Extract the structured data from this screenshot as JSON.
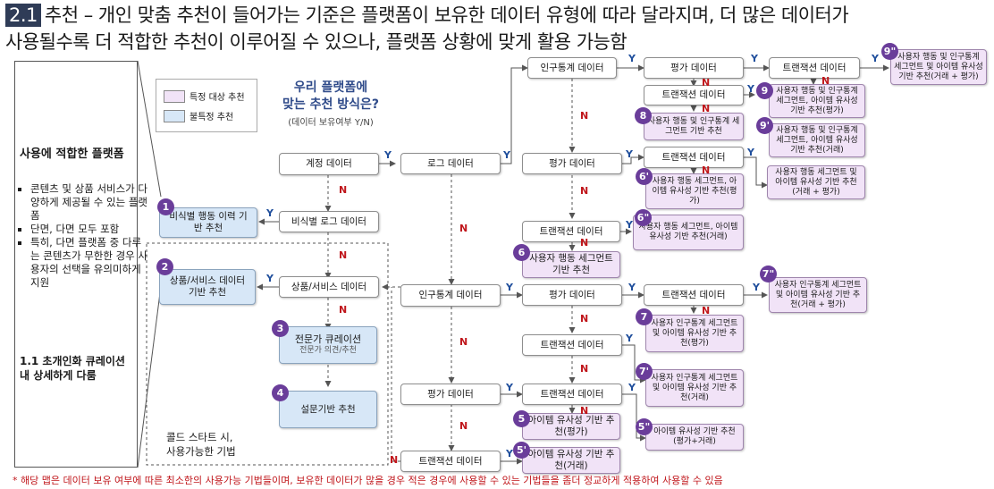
{
  "title": {
    "num": "2.1",
    "line1": "추천 – 개인 맞춤 추천이 들어가는 기준은 플랫폼이 보유한 데이터 유형에 따라 달라지며, 더 많은 데이터가",
    "line2": "사용될수록 더 적합한 추천이 이루어질 수 있으나, 플랫폼 상황에 맞게 활용 가능함"
  },
  "side_panel": {
    "heading": "사용에 적합한 플랫폼",
    "bullets": [
      "콘텐츠 및 상품 서비스가 다양하게 제공될 수 있는 플랫폼",
      "단면, 다면 모두 포함",
      "특히, 다면 플랫폼 중 다루는 콘텐츠가 무한한 경우 사용자의 선택을 유의미하게 지원"
    ],
    "note": "1.1 초개인화 큐레이션 내 상세하게 다룸"
  },
  "legend": {
    "targeted": "특정 대상 추천",
    "untargeted": "불특정 추천"
  },
  "question": {
    "line1": "우리 플랫폼에",
    "line2": "맞는 추천 방식은?",
    "sub": "(데이터 보유여부 Y/N)"
  },
  "labels": {
    "yes": "Y",
    "no": "N"
  },
  "nodes": {
    "account": "계정 데이터",
    "log": "로그 데이터",
    "anon_log": "비식별 로그 데이터",
    "product": "상품/서비스 데이터",
    "demo_top": "인구통계 데이터",
    "eval_top": "평가 데이터",
    "tx_top": "트랜잭션 데이터",
    "tx_mid1": "트랜잭션 데이터",
    "eval_mid": "평가 데이터",
    "tx_mid2": "트랜잭션 데이터",
    "tx_mid3": "트랜잭션 데이터",
    "demo_low": "인구통계 데이터",
    "eval_low": "평가 데이터",
    "tx_low1": "트랜잭션 데이터",
    "tx_low2": "트랜잭션 데이터",
    "eval_bot": "평가 데이터",
    "tx_bot1": "트랜잭션 데이터",
    "tx_bot2": "트랜잭션 데이터"
  },
  "results": {
    "r1": {
      "num": "1",
      "text": "비식별 행동 이력 기반 추천"
    },
    "r2": {
      "num": "2",
      "text": "상품/서비스 데이터 기반 추천"
    },
    "r3": {
      "num": "3",
      "text": "전문가 큐레이션",
      "sub": "전문가 의견/추천"
    },
    "r4": {
      "num": "4",
      "text": "설문기반 추천"
    },
    "r5": {
      "num": "5",
      "text": "아이템 유사성 기반 추천(평가)"
    },
    "r5p": {
      "num": "5'",
      "text": "아이템 유사성 기반 추천(거래)"
    },
    "r5pp": {
      "num": "5\"",
      "text": "아이템 유사성 기반 추천(평가+거래)"
    },
    "r6": {
      "num": "6",
      "text": "사용자 행동 세그먼트 기반 추천"
    },
    "r6p": {
      "num": "6'",
      "text": "사용자 행동 세그먼트, 아이템 유사성 기반 추천(평가)"
    },
    "r6pp": {
      "num": "6\"",
      "text": "사용자 행동 세그먼트, 아이템 유사성 기반 추천(거래)"
    },
    "r6ppp": {
      "num": "",
      "text": "사용자 행동 세그먼트 및 아이템 유사성 기반 추천(거래 + 평가)"
    },
    "r7": {
      "num": "7",
      "text": "사용자 인구통계 세그먼트 및 아이템 유사성 기반 추천(평가)"
    },
    "r7p": {
      "num": "7'",
      "text": "사용자 인구통계 세그먼트 및 아이템 유사성 기반 추천(거래)"
    },
    "r7pp": {
      "num": "7\"",
      "text": "사용자 인구통계 세그먼트 및 아이템 유사성 기반 추천(거래 + 평가)"
    },
    "r8": {
      "num": "8",
      "text": "사용자 행동 및 인구통계 세그먼트 기반 추천"
    },
    "r9": {
      "num": "9",
      "text": "사용자 행동 및 인구통계 세그먼트, 아이템 유사성 기반 추천(평가)"
    },
    "r9p": {
      "num": "9'",
      "text": "사용자 행동 및 인구통계 세그먼트, 아이템 유사성 기반 추천(거래)"
    },
    "r9pp": {
      "num": "9\"",
      "text": "사용자 행동 및 인구통계 세그먼트 및 아이템 유사성 기반 추천(거래 + 평가)"
    }
  },
  "cold_start": {
    "line1": "콜드 스타트 시,",
    "line2": "사용가능한 기법"
  },
  "footnote": "* 해당 맵은 데이터 보유 여부에 따른 최소한의 사용가능 기법들이며, 보유한 데이터가 많을 경우 적은 경우에 사용할 수 있는 기법들을 좀더 정교하게 적용하여 사용할 수 있음",
  "colors": {
    "title_badge": "#2f3c57",
    "purple_fill": "#f1e3f7",
    "blue_fill": "#d7e7f7",
    "yes": "#1f4e9c",
    "no": "#c0161b",
    "number_circle": "#6a3d9a"
  }
}
